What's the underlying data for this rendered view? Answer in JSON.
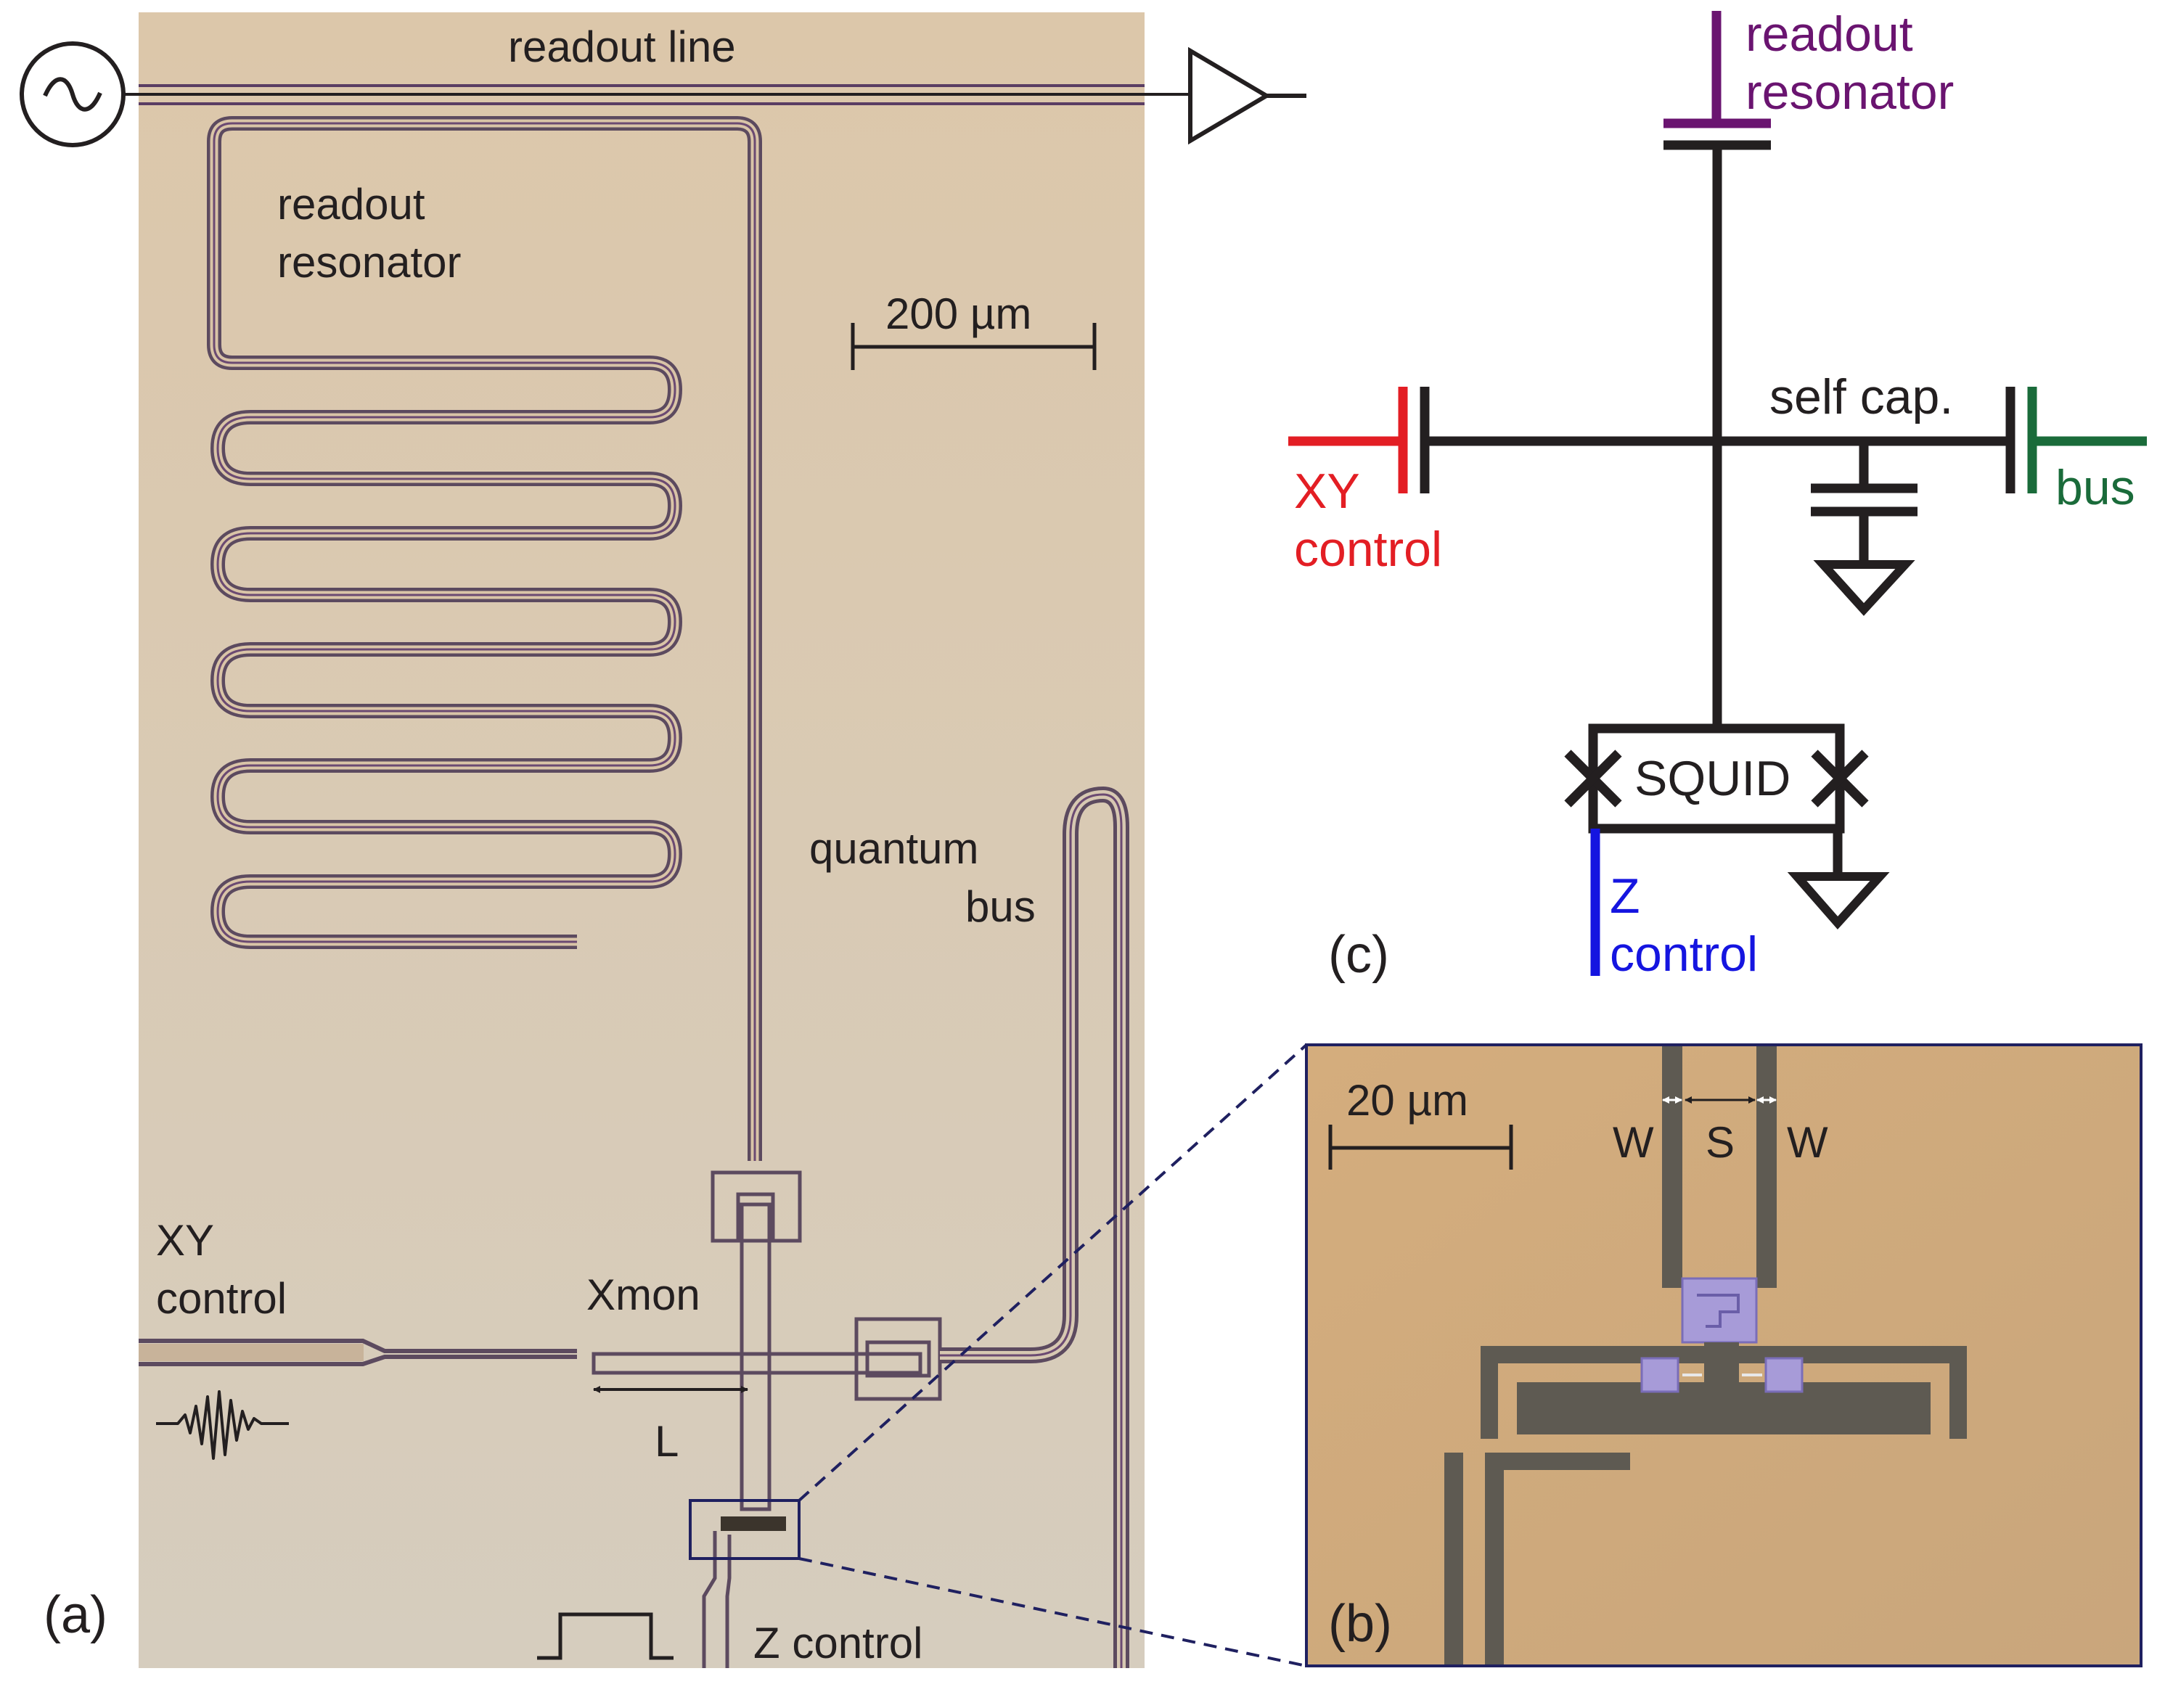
{
  "panel_a": {
    "panel_label": "(a)",
    "readout_line": "readout line",
    "readout_resonator_line1": "readout",
    "readout_resonator_line2": "resonator",
    "scale_bar": "200 µm",
    "quantum_bus_line1": "quantum",
    "quantum_bus_line2": "bus",
    "xy_control_line1": "XY",
    "xy_control_line2": "control",
    "xmon": "Xmon",
    "length_label": "L",
    "z_control": "Z control"
  },
  "panel_b": {
    "panel_label": "(b)",
    "scale_bar": "20 µm",
    "width_label_left": "W",
    "spacing_label": "S",
    "width_label_right": "W"
  },
  "panel_c": {
    "panel_label": "(c)",
    "readout_resonator_line1": "readout",
    "readout_resonator_line2": "resonator",
    "self_cap": "self cap.",
    "xy_control_line1": "XY",
    "xy_control_line2": "control",
    "bus": "bus",
    "squid": "SQUID",
    "z_control_line1": "Z",
    "z_control_line2": "control"
  },
  "colors": {
    "readout": "#6a1470",
    "xy": "#e31e24",
    "bus": "#1a6b3a",
    "z": "#1515e0",
    "ink": "#231f20",
    "chip": "#d9c6aa",
    "chip_b": "#cfa97a",
    "metal_gap": "#5e5a52",
    "junction_pad": "#a79bd8"
  },
  "icons": [
    "microwave-source-icon",
    "amplifier-icon",
    "pulse-envelope-icon",
    "square-pulse-icon",
    "ground-icon",
    "capacitor-icon",
    "josephson-junction-icon"
  ]
}
